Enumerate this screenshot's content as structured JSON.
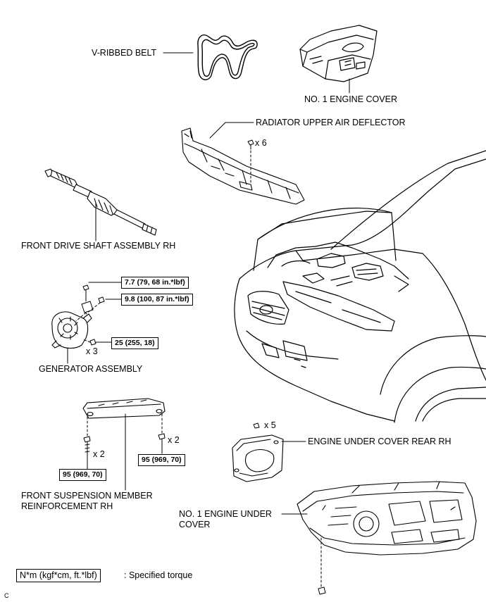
{
  "labels": {
    "v_ribbed_belt": "V-RIBBED BELT",
    "no1_engine_cover": "NO. 1 ENGINE COVER",
    "radiator_upper_air_deflector": "RADIATOR UPPER AIR DEFLECTOR",
    "front_drive_shaft": "FRONT DRIVE SHAFT ASSEMBLY RH",
    "generator_assembly": "GENERATOR ASSEMBLY",
    "front_suspension_member_line1": "FRONT SUSPENSION MEMBER",
    "front_suspension_member_line2": "REINFORCEMENT RH",
    "engine_under_cover_rear": "ENGINE UNDER COVER REAR RH",
    "no1_engine_under_cover_line1": "NO. 1 ENGINE UNDER",
    "no1_engine_under_cover_line2": "COVER"
  },
  "quantities": {
    "deflector_clips": "x 6",
    "generator_bolts": "x 3",
    "member_bolts_left": "x 2",
    "member_bolts_right": "x 2",
    "rear_cover_clips": "x 5"
  },
  "torques": {
    "generator_upper": "7.7 (79, 68 in.*lbf)",
    "generator_terminal": "9.8 (100, 87 in.*lbf)",
    "generator_lower": "25 (255, 18)",
    "member_left": "95 (969, 70)",
    "member_right": "95 (969, 70)"
  },
  "legend": {
    "box": "N*m (kgf*cm, ft.*lbf)",
    "text": ": Specified torque"
  },
  "figure_code": "C"
}
